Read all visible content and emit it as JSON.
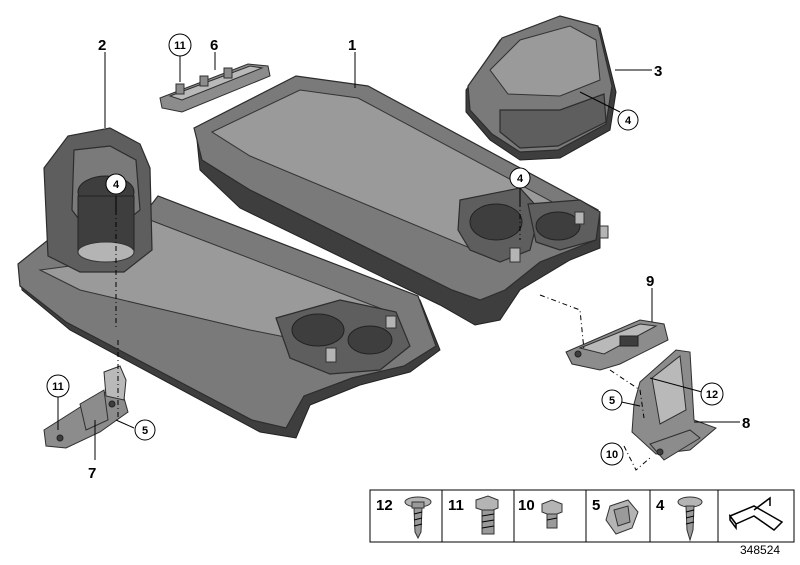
{
  "callouts": {
    "c1": "1",
    "c2": "2",
    "c3": "3",
    "c4a": "4",
    "c4b": "4",
    "c4c": "4",
    "c5a": "5",
    "c5b": "5",
    "c6": "6",
    "c7": "7",
    "c8": "8",
    "c9": "9",
    "c10": "10",
    "c11a": "11",
    "c11b": "11",
    "c12": "12"
  },
  "legend": {
    "items": [
      {
        "number": "12",
        "icon": "flange-screw-icon"
      },
      {
        "number": "11",
        "icon": "hex-bolt-icon"
      },
      {
        "number": "10",
        "icon": "hex-head-screw-icon"
      },
      {
        "number": "5",
        "icon": "speed-nut-icon"
      },
      {
        "number": "4",
        "icon": "self-tapping-screw-icon"
      }
    ],
    "last_icon": "angle-shim-icon"
  },
  "reference_number": "348524"
}
